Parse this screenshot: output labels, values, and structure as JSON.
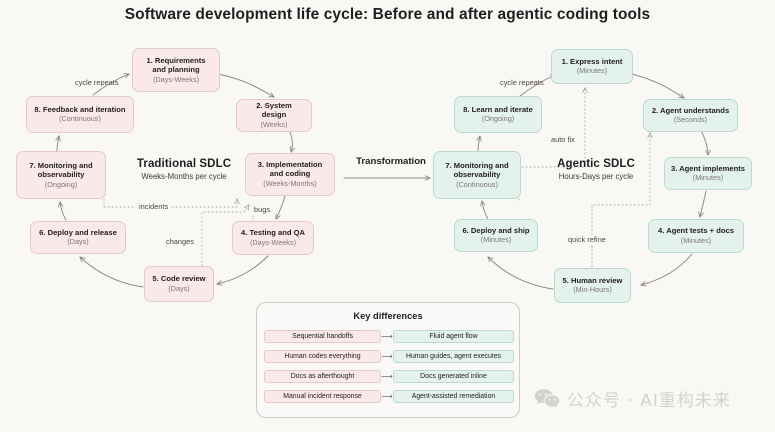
{
  "title": "Software development life cycle: Before and after agentic coding tools",
  "colors": {
    "background": "#faf8f5",
    "pink_fill": "#fae9e9",
    "pink_stroke": "#e6c9cb",
    "green_fill": "#e3f2ec",
    "green_stroke": "#bcd9cd",
    "edge_stroke": "#8c8781",
    "text": "#23201f",
    "muted_text": "#7d7875"
  },
  "transformation": {
    "label": "Transformation",
    "icon": "arrow-right-icon"
  },
  "traditional": {
    "caption": "Traditional SDLC",
    "subcaption": "Weeks-Months per cycle",
    "nodes": [
      {
        "id": "t1",
        "label": "1. Requirements and planning",
        "duration": "(Days-Weeks)"
      },
      {
        "id": "t2",
        "label": "2. System design",
        "duration": "(Weeks)"
      },
      {
        "id": "t3",
        "label": "3. Implementation and coding",
        "duration": "(Weeks-Months)"
      },
      {
        "id": "t4",
        "label": "4. Testing and QA",
        "duration": "(Days-Weeks)"
      },
      {
        "id": "t5",
        "label": "5. Code review",
        "duration": "(Days)"
      },
      {
        "id": "t6",
        "label": "6. Deploy and release",
        "duration": "(Days)"
      },
      {
        "id": "t7",
        "label": "7. Monitoring and observability",
        "duration": "(Ongoing)"
      },
      {
        "id": "t8",
        "label": "8. Feedback and iteration",
        "duration": "(Continuous)"
      }
    ],
    "edge_labels": {
      "cycle_repeats": "cycle repeats",
      "incidents": "incidents",
      "bugs": "bugs",
      "changes": "changes"
    }
  },
  "agentic": {
    "caption": "Agentic SDLC",
    "subcaption": "Hours-Days per cycle",
    "nodes": [
      {
        "id": "a1",
        "label": "1. Express intent",
        "duration": "(Minutes)"
      },
      {
        "id": "a2",
        "label": "2. Agent understands",
        "duration": "(Seconds)"
      },
      {
        "id": "a3",
        "label": "3. Agent implements",
        "duration": "(Minutes)"
      },
      {
        "id": "a4",
        "label": "4. Agent tests + docs",
        "duration": "(Minutes)"
      },
      {
        "id": "a5",
        "label": "5. Human review",
        "duration": "(Min-Hours)"
      },
      {
        "id": "a6",
        "label": "6. Deploy and ship",
        "duration": "(Minutes)"
      },
      {
        "id": "a7",
        "label": "7. Monitoring and observability",
        "duration": "(Continuous)"
      },
      {
        "id": "a8",
        "label": "8. Learn and iterate",
        "duration": "(Ongoing)"
      }
    ],
    "edge_labels": {
      "cycle_repeats": "cycle repeats",
      "auto_fix": "auto fix",
      "quick_refine": "quick refine"
    }
  },
  "key_differences": {
    "title": "Key differences",
    "arrow": "⟶",
    "rows": [
      {
        "before": "Sequential handoffs",
        "after": "Fluid agent flow"
      },
      {
        "before": "Human codes everything",
        "after": "Human guides, agent executes"
      },
      {
        "before": "Docs as afterthought",
        "after": "Docs generated inline"
      },
      {
        "before": "Manual incident response",
        "after": "Agent-assisted remediation"
      }
    ]
  },
  "watermark": {
    "icon": "wechat-icon",
    "text": "公众号 · AI重构未来"
  }
}
